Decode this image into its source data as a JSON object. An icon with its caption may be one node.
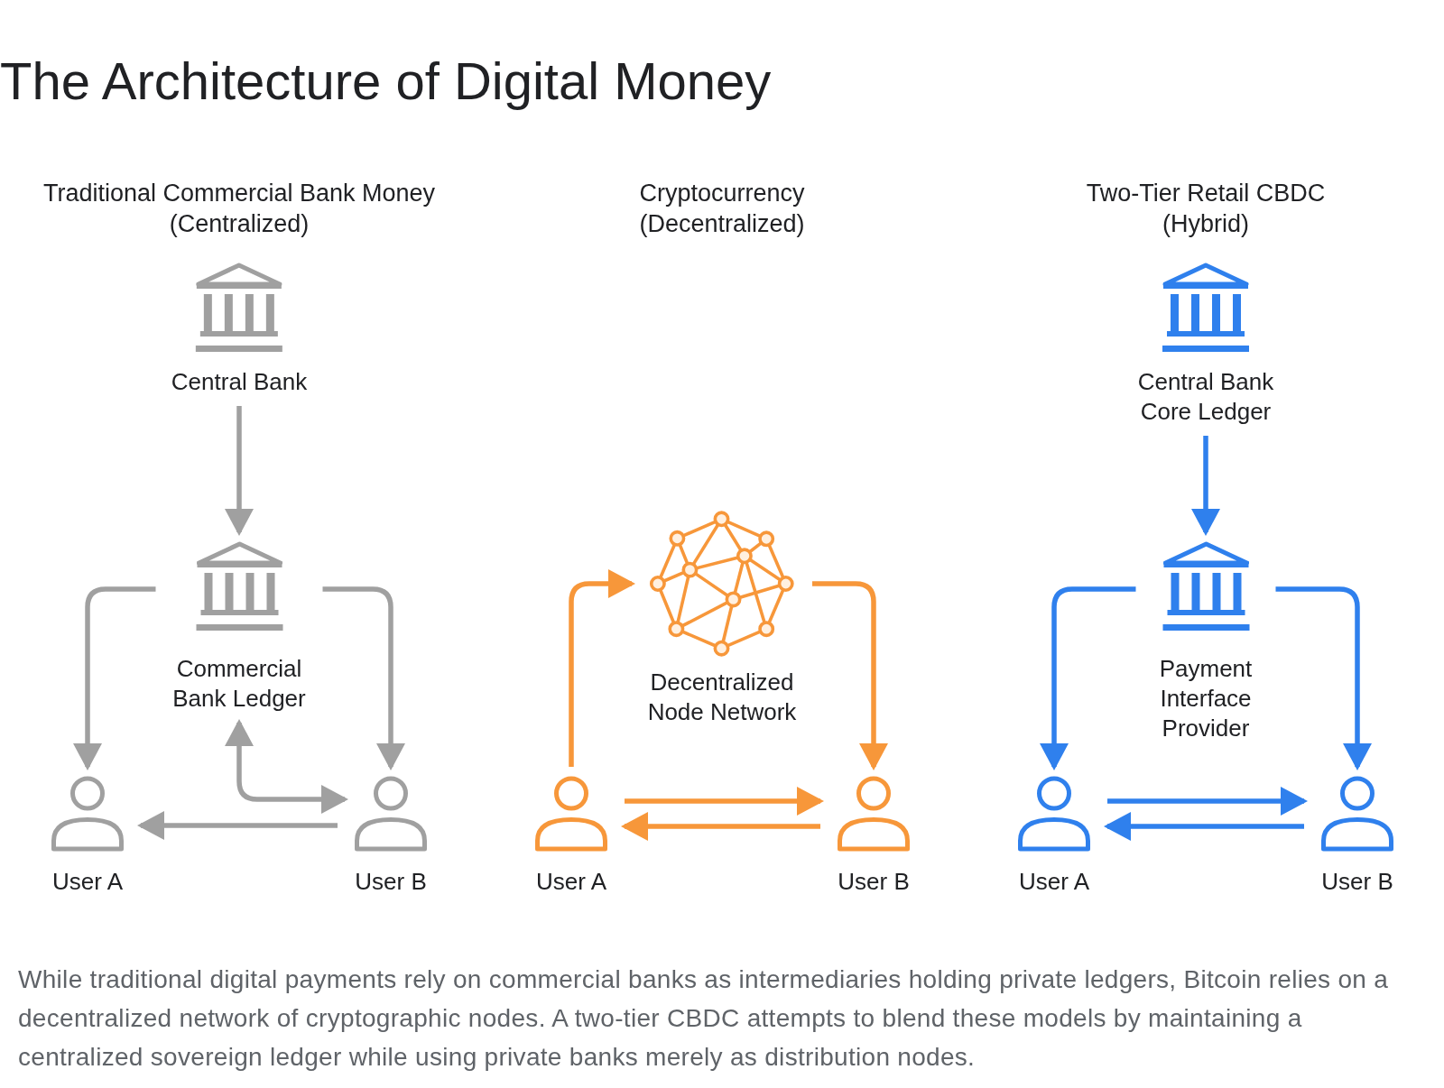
{
  "diagram": {
    "title": "The Architecture of Digital Money",
    "caption": "While traditional digital payments rely on commercial banks as intermediaries holding private ledgers, Bitcoin relies on a decentralized network of cryptographic nodes. A two-tier CBDC attempts to blend these models by maintaining a centralized sovereign ledger while using private banks merely as distribution nodes.",
    "nodes": [
      {
        "text": [
          "Central Bank"
        ]
      },
      {
        "text": [
          "Commercial Bank Ledger"
        ]
      },
      {
        "text": [
          "User A"
        ]
      },
      {
        "text": [
          "User B"
        ]
      },
      {
        "text": [
          "Decentralized Node Network"
        ]
      },
      {
        "text": [
          "User A"
        ]
      },
      {
        "text": [
          "User B"
        ]
      },
      {
        "text": [
          "Central Bank Core Ledger"
        ]
      },
      {
        "text": [
          "Payment Interface Provider"
        ]
      },
      {
        "text": [
          "User A"
        ]
      },
      {
        "text": [
          "User B"
        ]
      }
    ],
    "edges": [
      {
        "from": 0,
        "to": 1,
        "arrow": "to",
        "color": "#a0a0a0"
      },
      {
        "from": 1,
        "to": 2,
        "arrow": "to",
        "color": "#a0a0a0"
      },
      {
        "from": 1,
        "to": 3,
        "arrow": "to",
        "color": "#a0a0a0"
      },
      {
        "from": 3,
        "to": 2,
        "arrow": "to",
        "color": "#a0a0a0"
      },
      {
        "from": 1,
        "to": 3,
        "arrow": "both",
        "color": "#a0a0a0"
      },
      {
        "from": 5,
        "to": 4,
        "arrow": "to",
        "color": "#f7973a"
      },
      {
        "from": 4,
        "to": 6,
        "arrow": "to",
        "color": "#f7973a"
      },
      {
        "from": 5,
        "to": 6,
        "arrow": "to",
        "color": "#f7973a"
      },
      {
        "from": 6,
        "to": 5,
        "arrow": "to",
        "color": "#f7973a"
      },
      {
        "from": 7,
        "to": 8,
        "arrow": "to",
        "color": "#2f80ed"
      },
      {
        "from": 8,
        "to": 9,
        "arrow": "to",
        "color": "#2f80ed"
      },
      {
        "from": 8,
        "to": 10,
        "arrow": "to",
        "color": "#2f80ed"
      },
      {
        "from": 9,
        "to": 10,
        "arrow": "to",
        "color": "#2f80ed"
      },
      {
        "from": 10,
        "to": 9,
        "arrow": "to",
        "color": "#2f80ed"
      }
    ],
    "labels": [
      "Traditional Commercial Bank Money (Centralized)",
      "Cryptocurrency (Decentralized)",
      "Two-Tier Retail CBDC (Hybrid)"
    ]
  }
}
